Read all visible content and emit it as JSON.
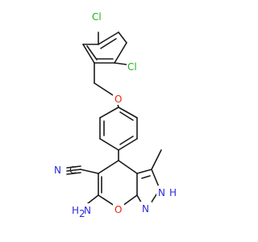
{
  "molecule": {
    "atoms": {
      "cl_top": "Cl",
      "cl_mid": "Cl",
      "ether_o": "O",
      "pyran_o": "O",
      "nitrile_c": "C",
      "nitrile_n": "N",
      "pyrazole_n1": "N",
      "pyrazole_n2": "N",
      "pyrazole_h": "H",
      "amino_h2": "H",
      "amino_sub": "2",
      "amino_n": "N"
    },
    "colors": {
      "bond": "#1a1a1a",
      "chlorine": "#1db31d",
      "oxygen": "#e8240c",
      "nitrogen": "#2b2bd9",
      "carbon": "#222222"
    }
  }
}
